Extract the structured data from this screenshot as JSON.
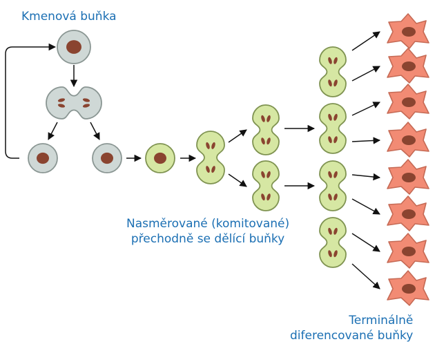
{
  "labels": {
    "stem_cell": "Kmenová buňka",
    "committed_line1": "Nasměrované (komitované)",
    "committed_line2": "přechodně se dělící buňky",
    "terminal_line1": "Terminálně",
    "terminal_line2": "diferencované buňky"
  },
  "colors": {
    "label_text": "#1b6fb3",
    "stem_cell_fill": "#cfd8d6",
    "stem_cell_stroke": "#8a9693",
    "committed_cell_fill": "#d6e7a3",
    "committed_cell_stroke": "#7f9351",
    "nucleus": "#8a4430",
    "terminal_cell_fill": "#f28b74",
    "terminal_cell_stroke": "#c56a55",
    "arrow": "#111111"
  }
}
